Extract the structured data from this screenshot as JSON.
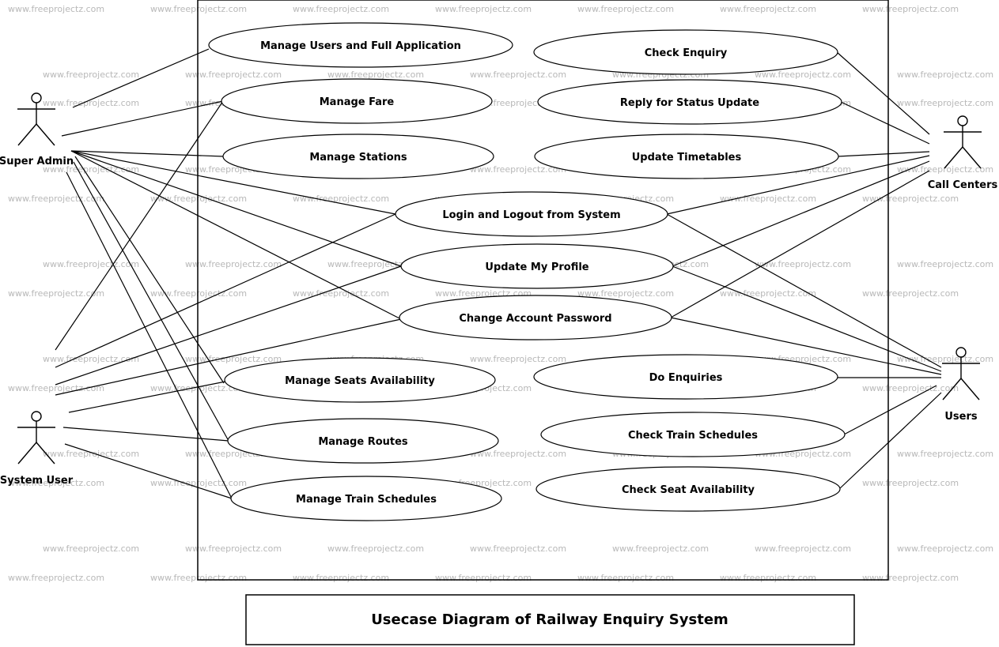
{
  "watermark": "www.freeprojectz.com",
  "title": "Usecase Diagram of Railway Enquiry System",
  "actors": [
    {
      "id": "super_admin",
      "label": "Super Admin",
      "icon": "stick-figure-icon"
    },
    {
      "id": "system_user",
      "label": "System User",
      "icon": "stick-figure-icon"
    },
    {
      "id": "call_centers",
      "label": "Call Centers",
      "icon": "stick-figure-icon"
    },
    {
      "id": "users",
      "label": "Users",
      "icon": "stick-figure-icon"
    }
  ],
  "use_cases": [
    {
      "id": "manage_users",
      "label": "Manage Users and Full Application"
    },
    {
      "id": "manage_fare",
      "label": "Manage Fare"
    },
    {
      "id": "manage_stations",
      "label": "Manage Stations"
    },
    {
      "id": "check_enquiry",
      "label": "Check Enquiry"
    },
    {
      "id": "reply_status",
      "label": "Reply for Status Update"
    },
    {
      "id": "update_timetables",
      "label": "Update Timetables"
    },
    {
      "id": "login_logout",
      "label": "Login and Logout from System"
    },
    {
      "id": "update_profile",
      "label": "Update My Profile"
    },
    {
      "id": "change_password",
      "label": "Change Account Password"
    },
    {
      "id": "manage_seats",
      "label": "Manage Seats Availability"
    },
    {
      "id": "manage_routes",
      "label": "Manage Routes"
    },
    {
      "id": "manage_train_schedules",
      "label": "Manage Train Schedules"
    },
    {
      "id": "do_enquiries",
      "label": "Do Enquiries"
    },
    {
      "id": "check_train_schedules",
      "label": "Check Train Schedules"
    },
    {
      "id": "check_seat_availability",
      "label": "Check Seat Availability"
    }
  ],
  "associations": [
    {
      "actor": "super_admin",
      "use_case": "manage_users"
    },
    {
      "actor": "super_admin",
      "use_case": "manage_fare"
    },
    {
      "actor": "super_admin",
      "use_case": "manage_stations"
    },
    {
      "actor": "super_admin",
      "use_case": "login_logout"
    },
    {
      "actor": "super_admin",
      "use_case": "update_profile"
    },
    {
      "actor": "super_admin",
      "use_case": "change_password"
    },
    {
      "actor": "super_admin",
      "use_case": "manage_seats"
    },
    {
      "actor": "super_admin",
      "use_case": "manage_routes"
    },
    {
      "actor": "super_admin",
      "use_case": "manage_train_schedules"
    },
    {
      "actor": "system_user",
      "use_case": "manage_fare"
    },
    {
      "actor": "system_user",
      "use_case": "login_logout"
    },
    {
      "actor": "system_user",
      "use_case": "update_profile"
    },
    {
      "actor": "system_user",
      "use_case": "change_password"
    },
    {
      "actor": "system_user",
      "use_case": "manage_seats"
    },
    {
      "actor": "system_user",
      "use_case": "manage_routes"
    },
    {
      "actor": "system_user",
      "use_case": "manage_train_schedules"
    },
    {
      "actor": "call_centers",
      "use_case": "check_enquiry"
    },
    {
      "actor": "call_centers",
      "use_case": "reply_status"
    },
    {
      "actor": "call_centers",
      "use_case": "update_timetables"
    },
    {
      "actor": "call_centers",
      "use_case": "login_logout"
    },
    {
      "actor": "call_centers",
      "use_case": "update_profile"
    },
    {
      "actor": "call_centers",
      "use_case": "change_password"
    },
    {
      "actor": "users",
      "use_case": "login_logout"
    },
    {
      "actor": "users",
      "use_case": "update_profile"
    },
    {
      "actor": "users",
      "use_case": "change_password"
    },
    {
      "actor": "users",
      "use_case": "do_enquiries"
    },
    {
      "actor": "users",
      "use_case": "check_train_schedules"
    },
    {
      "actor": "users",
      "use_case": "check_seat_availability"
    }
  ]
}
